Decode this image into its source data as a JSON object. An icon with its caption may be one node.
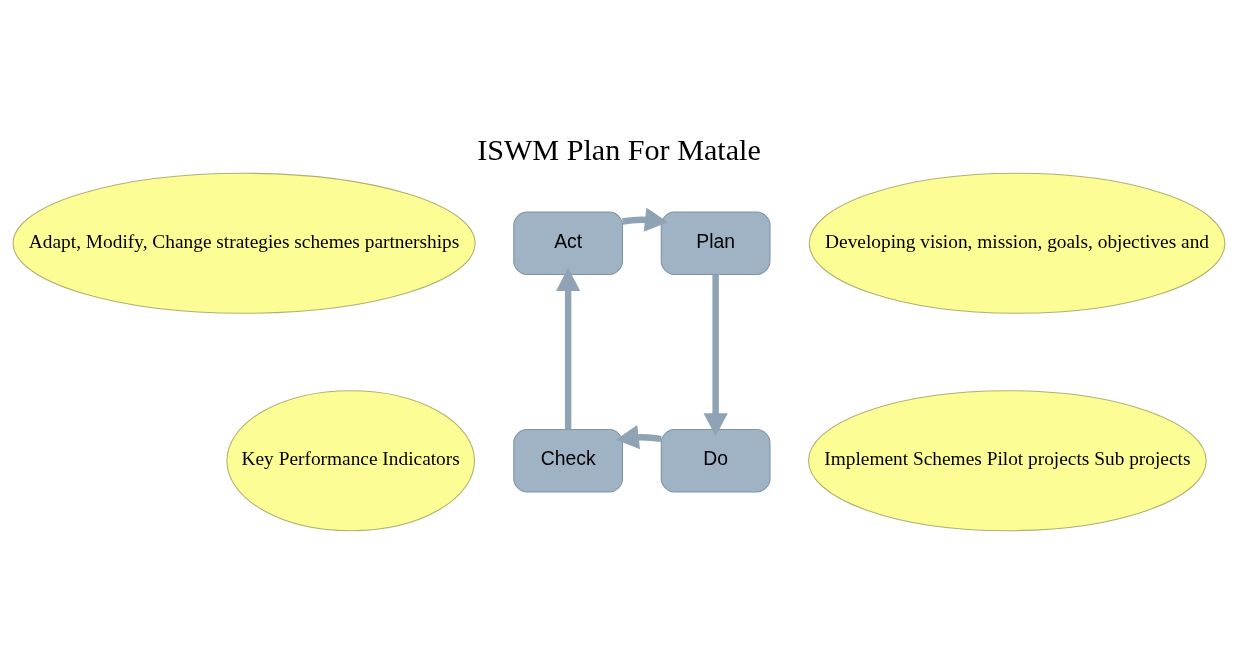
{
  "diagram": {
    "title": "ISWM Plan For Matale",
    "nodes": [
      {
        "text": [
          "Adapt, Modify, Change strategies schemes partnerships"
        ]
      },
      {
        "text": [
          "Act"
        ]
      },
      {
        "text": [
          "Plan"
        ]
      },
      {
        "text": [
          "Developing vision, mission, goals, objectives and"
        ]
      },
      {
        "text": [
          "Key Performance Indicators"
        ]
      },
      {
        "text": [
          "Check"
        ]
      },
      {
        "text": [
          "Do"
        ]
      },
      {
        "text": [
          "Implement Schemes Pilot projects Sub projects"
        ]
      }
    ],
    "edges": [
      {
        "from": 1,
        "to": 2,
        "arrow": "to"
      },
      {
        "from": 2,
        "to": 6,
        "arrow": "to"
      },
      {
        "from": 6,
        "to": 5,
        "arrow": "to"
      },
      {
        "from": 5,
        "to": 1,
        "arrow": "to"
      }
    ]
  }
}
